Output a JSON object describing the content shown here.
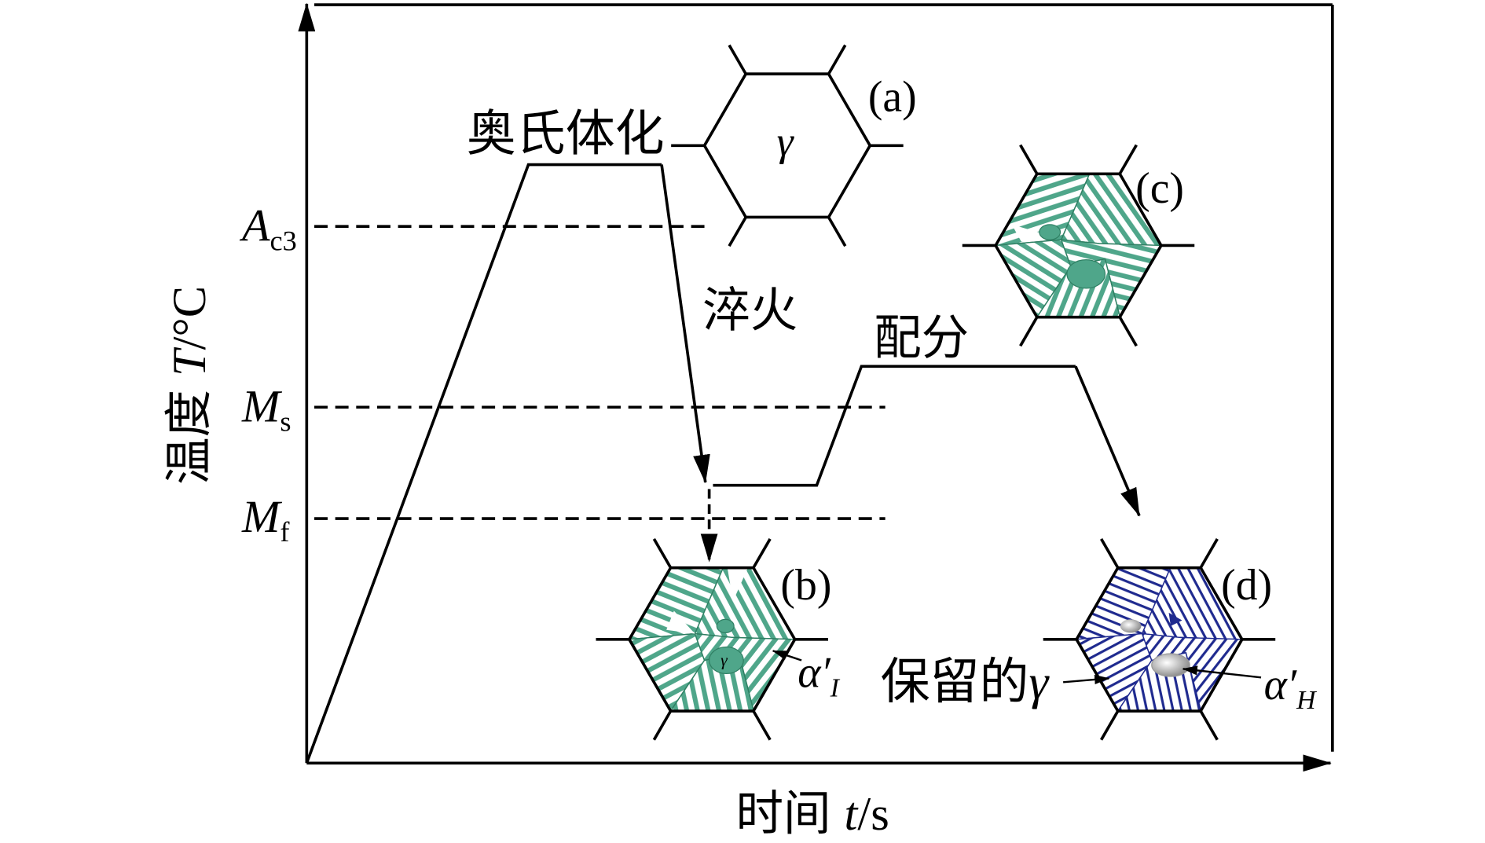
{
  "figure": {
    "y_axis_label": {
      "name": "温度",
      "symbol": "T",
      "unit": "/°C"
    },
    "x_axis_label": {
      "name": "时间",
      "symbol": "t",
      "unit": "/s"
    },
    "critical_temperatures": [
      {
        "symbol": "A",
        "subscript": "c3"
      },
      {
        "symbol": "M",
        "subscript": "s"
      },
      {
        "symbol": "M",
        "subscript": "f"
      }
    ],
    "stages": {
      "austenitizing": "奥氏体化",
      "quenching": "淬火",
      "partitioning": "配分"
    },
    "panels": {
      "a": "(a)",
      "b": "(b)",
      "c": "(c)",
      "d": "(d)"
    },
    "phases": {
      "gamma_a": "γ",
      "gamma_b": "γ",
      "alpha_I": {
        "symbol": "α′",
        "subscript": "I"
      },
      "retained_gamma": {
        "text": "保留的",
        "symbol": "γ"
      },
      "alpha_H": {
        "symbol": "α′",
        "subscript": "H"
      }
    }
  },
  "colors": {
    "line": "#000000",
    "lath_green": "#4fa68a",
    "lath_green_edge": "#2f7f63",
    "lath_white": "#ffffff",
    "lath_blue": "#1f2a8f",
    "blob_grey": "#9a9a9a"
  }
}
